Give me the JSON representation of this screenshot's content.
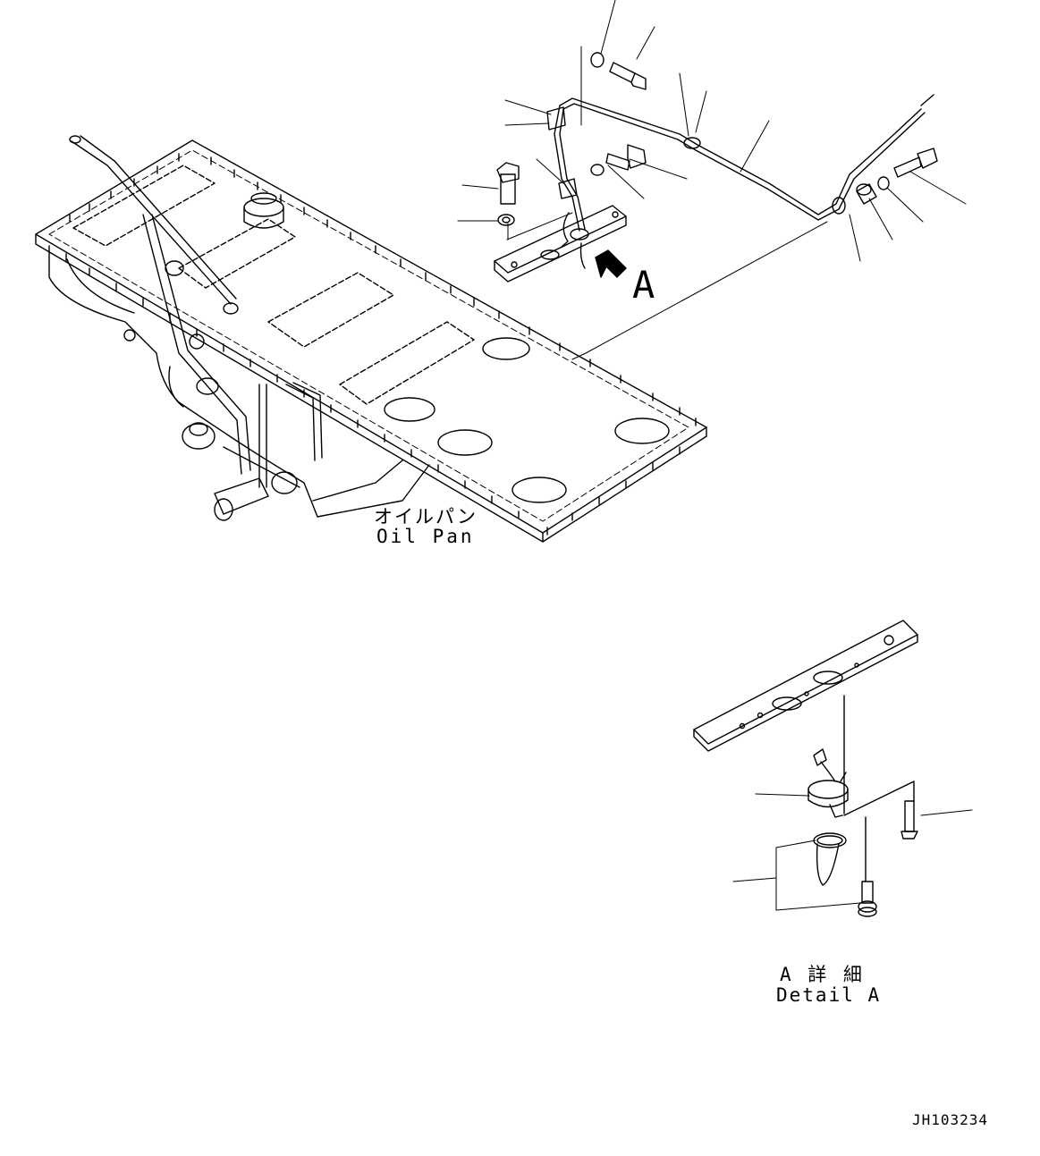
{
  "diagram": {
    "callout_letter": "A",
    "oil_pan_label_jp": "オイルパン",
    "oil_pan_label_en": "Oil Pan",
    "detail_label_jp": "A 詳 細",
    "detail_label_en": "Detail A",
    "drawing_number": "JH103234"
  },
  "colors": {
    "ink": "#000000",
    "paper": "#ffffff"
  }
}
